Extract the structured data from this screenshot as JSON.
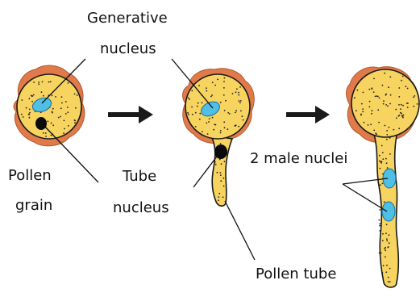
{
  "labels": {
    "generative_1": "Generative",
    "generative_2": "nucleus",
    "pollen_grain_1": "Pollen",
    "pollen_grain_2": "grain",
    "tube_nucleus_1": "Tube",
    "tube_nucleus_2": "nucleus",
    "male_nuclei": "2 male nuclei",
    "pollen_tube": "Pollen tube"
  },
  "colors": {
    "grain_fill": "#f7d35f",
    "outer_wall": "#e07a4a",
    "wall_outline": "#1a1a1a",
    "nucleus_blue": "#4fbfe6",
    "nucleus_dark": "#0a0a0a",
    "arrow": "#1a1a1a"
  },
  "icons": [
    "arrow-right-icon",
    "arrow-right-icon"
  ]
}
